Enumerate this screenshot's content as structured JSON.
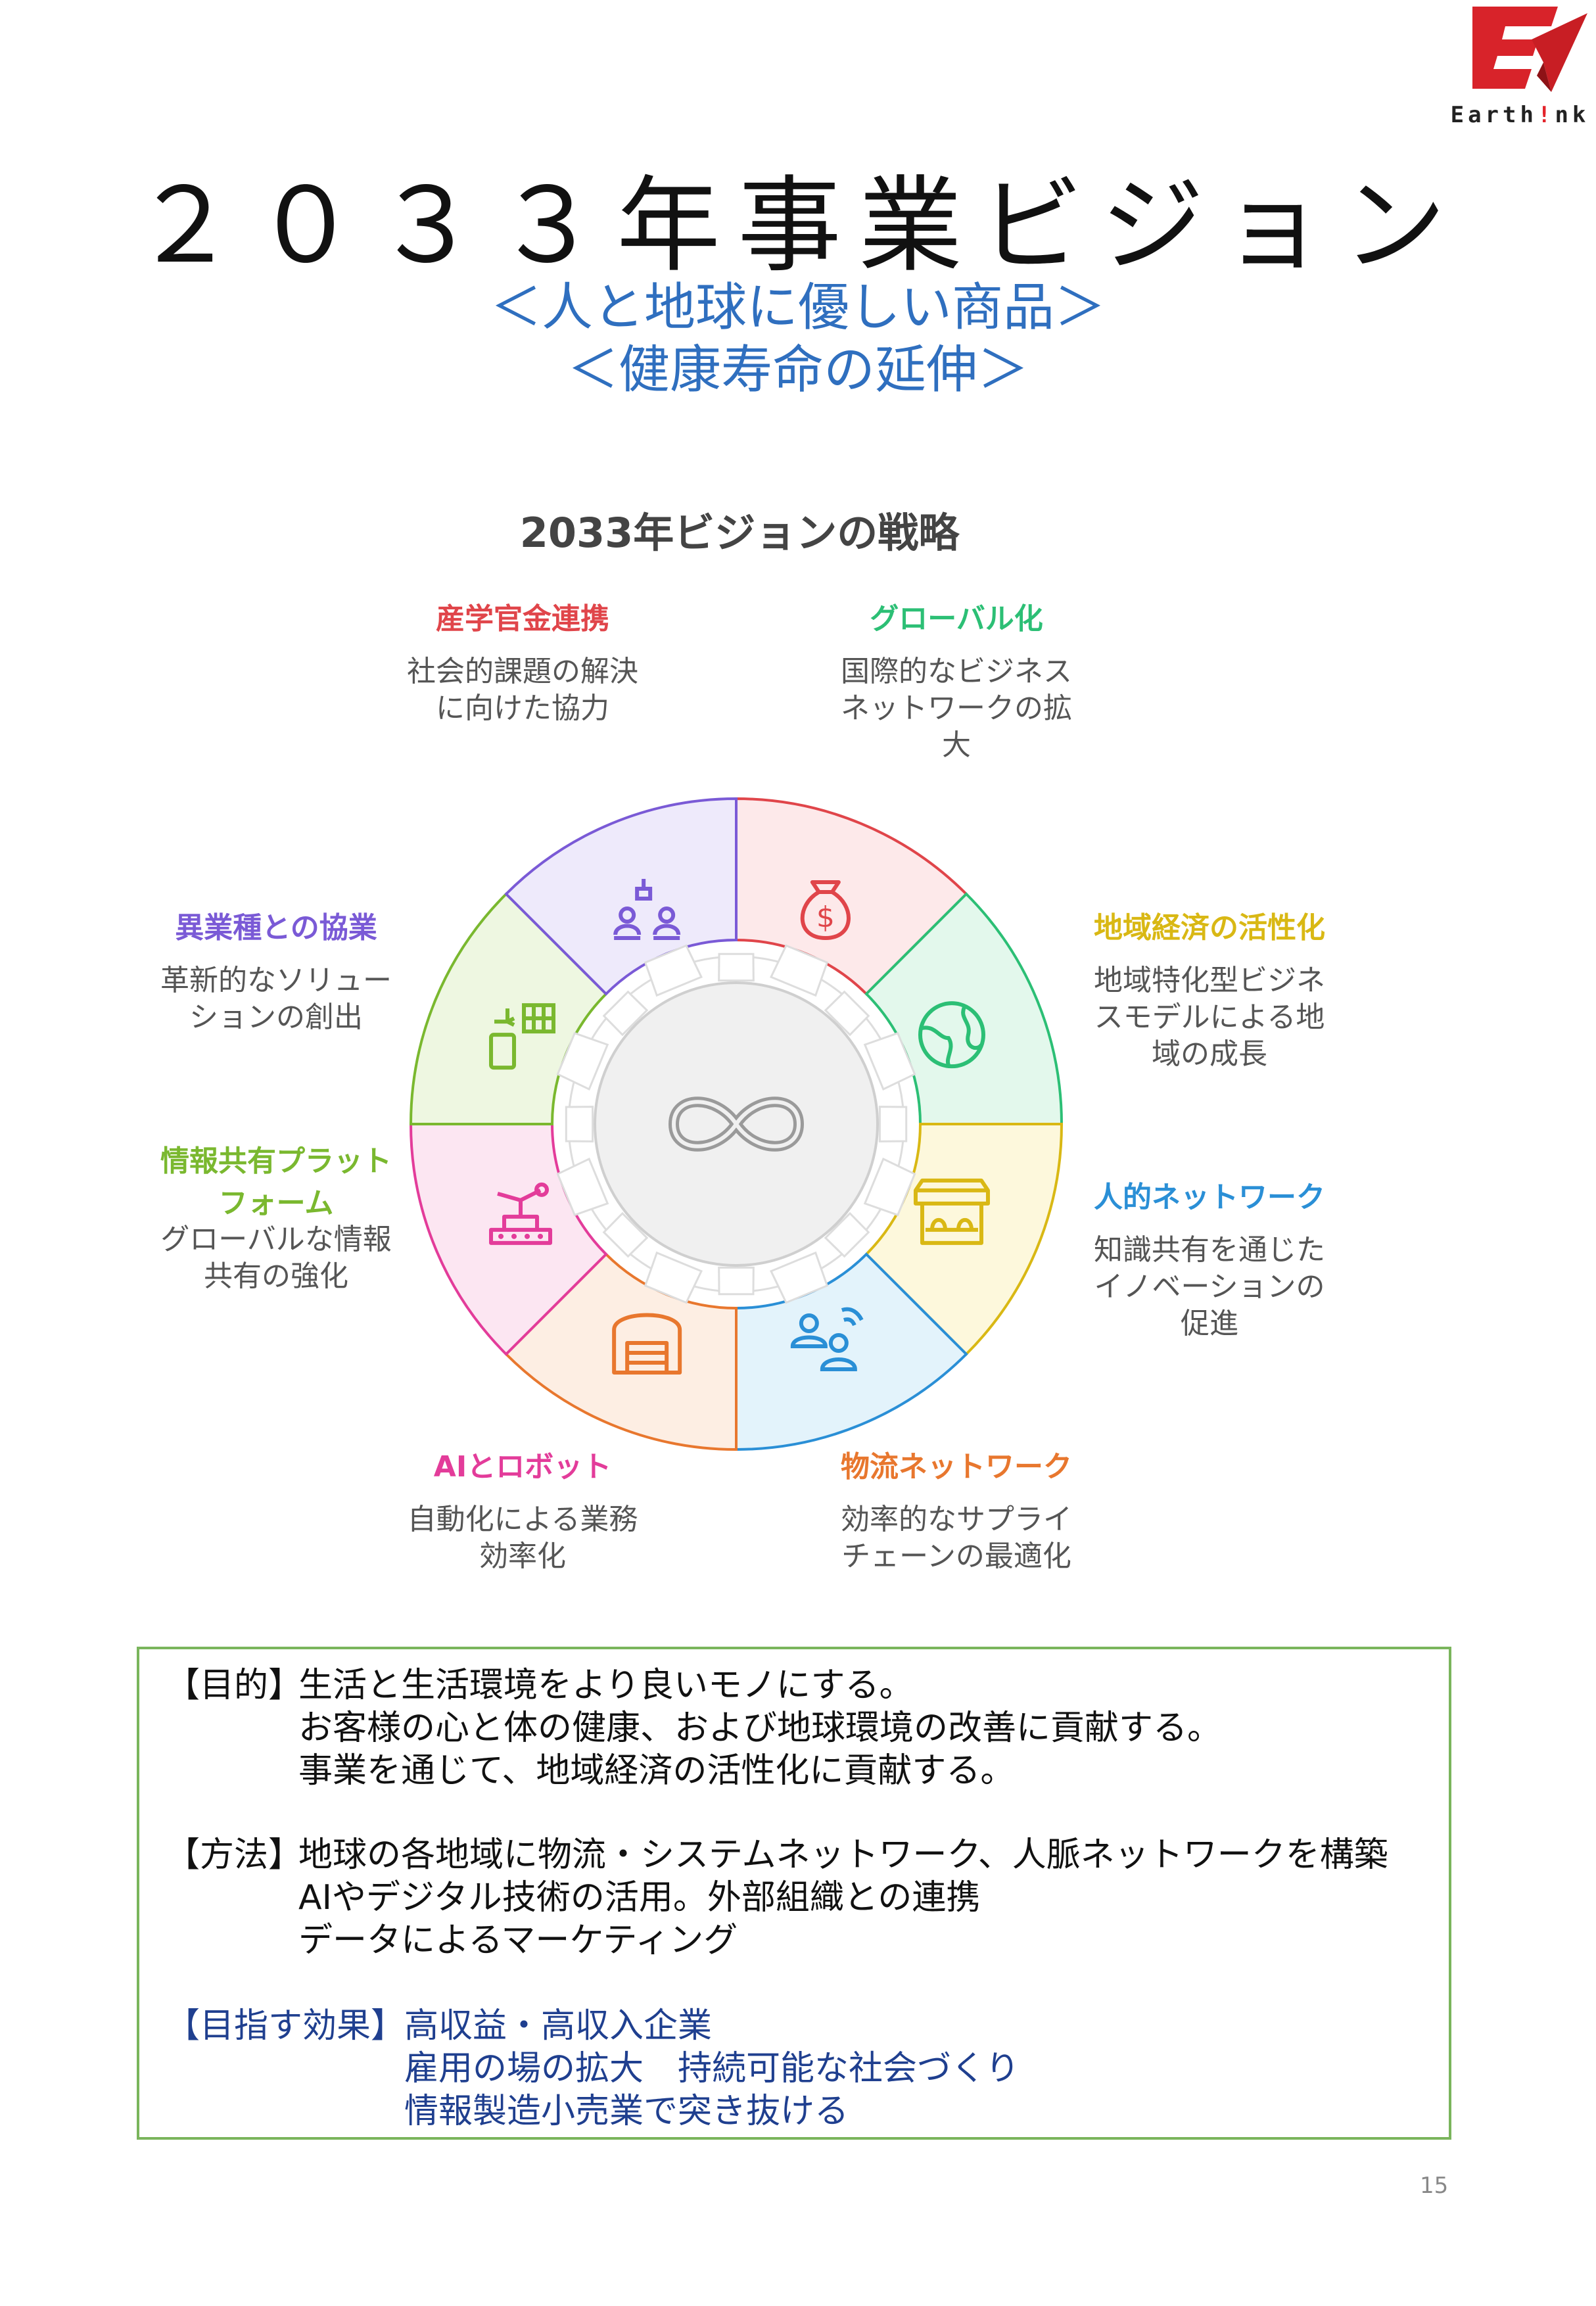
{
  "logo": {
    "text_prefix": "Earth",
    "text_excl": "!",
    "text_suffix": "nk"
  },
  "title": "２０３３年事業ビジョン",
  "subtitles": [
    "＜人と地球に優しい商品＞",
    "＜健康寿命の延伸＞"
  ],
  "diagram": {
    "title": "2033年ビジョンの戦略",
    "segments": [
      {
        "title": "産学官金連携",
        "desc": [
          "社会的課題の解決",
          "に向けた協力"
        ],
        "color": "#e0454a",
        "fill": "#fde9ea",
        "icon": "money-bag-icon"
      },
      {
        "title": "グローバル化",
        "desc": [
          "国際的なビジネス",
          "ネットワークの拡",
          "大"
        ],
        "color": "#2cbf75",
        "fill": "#e3f8ec",
        "icon": "globe-icon"
      },
      {
        "title": "地域経済の活性化",
        "desc": [
          "地域特化型ビジネ",
          "スモデルによる地",
          "域の成長"
        ],
        "color": "#d9b814",
        "fill": "#fdf8dc",
        "icon": "store-icon"
      },
      {
        "title": "人的ネットワーク",
        "desc": [
          "知識共有を通じた",
          "イノベーションの",
          "促進"
        ],
        "color": "#2a8fd6",
        "fill": "#e3f3fb",
        "icon": "people-network-icon"
      },
      {
        "title": "物流ネットワーク",
        "desc": [
          "効率的なサプライ",
          "チェーンの最適化"
        ],
        "color": "#e8772e",
        "fill": "#fdeee3",
        "icon": "warehouse-icon"
      },
      {
        "title": "AIとロボット",
        "desc": [
          "自動化による業務",
          "効率化"
        ],
        "color": "#e33c9a",
        "fill": "#fce6f2",
        "icon": "robot-icon"
      },
      {
        "title": "情報共有プラット",
        "title2": "フォーム",
        "desc": [
          "グローバルな情報",
          "共有の強化"
        ],
        "color": "#7ab82f",
        "fill": "#eef7e1",
        "icon": "mobile-grid-icon"
      },
      {
        "title": "異業種との協業",
        "desc": [
          "革新的なソリュー",
          "ションの創出"
        ],
        "color": "#7a5ad6",
        "fill": "#eeeafb",
        "icon": "collaboration-icon"
      }
    ],
    "center_icon": "infinity-icon"
  },
  "info": {
    "purpose": {
      "label": "【目的】",
      "lines": [
        "生活と生活環境をより良いモノにする。",
        "お客様の心と体の健康、および地球環境の改善に貢献する。",
        "事業を通じて、地域経済の活性化に貢献する。"
      ]
    },
    "method": {
      "label": "【方法】",
      "lines": [
        "地球の各地域に物流・システムネットワーク、人脈ネットワークを構築",
        "AIやデジタル技術の活用。外部組織との連携",
        "データによるマーケティング"
      ]
    },
    "effects": {
      "label": "【目指す効果】",
      "lines": [
        "高収益・高収入企業",
        "雇用の場の拡大　持続可能な社会づくり",
        "情報製造小売業で突き抜ける"
      ]
    }
  },
  "page_number": "15"
}
